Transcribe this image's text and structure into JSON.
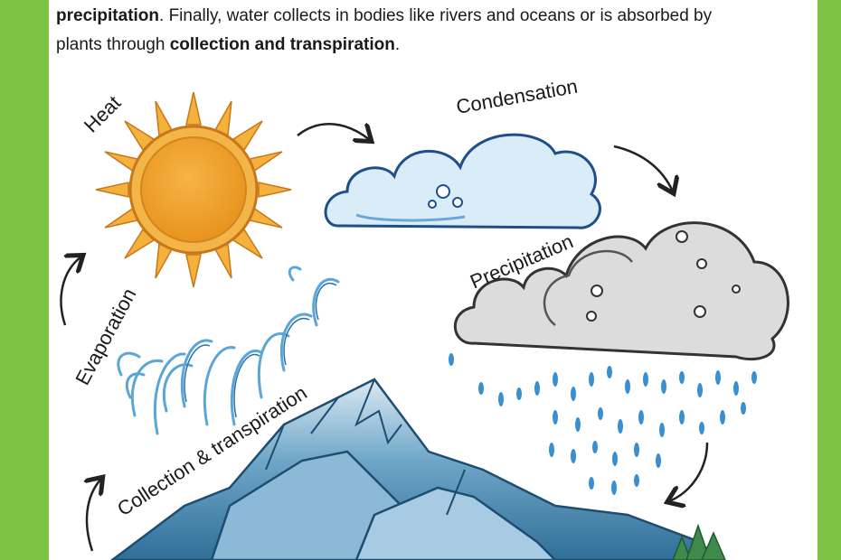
{
  "intro": {
    "bold1": "precipitation",
    "text1": ". Finally, water collects in bodies like rivers and oceans or is absorbed by",
    "text2": "plants through ",
    "bold2": "collection and transpiration",
    "text3": "."
  },
  "labels": {
    "heat": "Heat",
    "condensation": "Condensation",
    "precipitation": "Precipitation",
    "evaporation": "Evaporation",
    "collection": "Collection & transpiration"
  },
  "colors": {
    "border": "#7dc242",
    "sun": "#f0a22c",
    "cloud": "#d9ecf8",
    "storm": "#d8d8d8",
    "rain": "#3a8fd0",
    "mountain": "#4f8fb5"
  }
}
